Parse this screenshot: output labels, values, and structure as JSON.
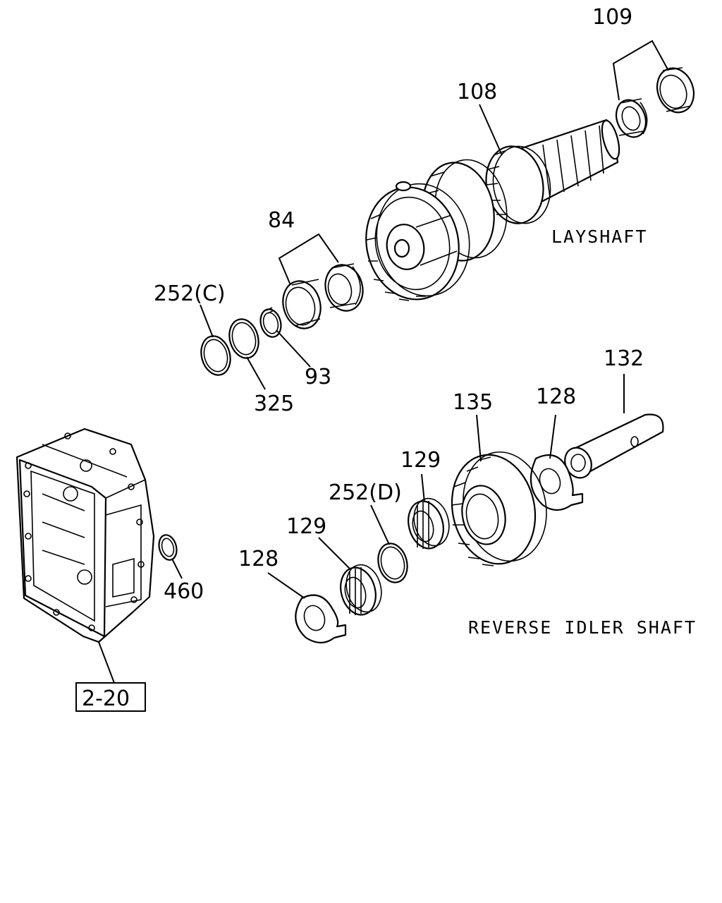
{
  "sections": {
    "layshaft": "LAYSHAFT",
    "reverse_idler_shaft": "REVERSE IDLER SHAFT"
  },
  "callouts": {
    "c109": "109",
    "c108": "108",
    "c84": "84",
    "c252c": "252(C)",
    "c93": "93",
    "c325": "325",
    "c132": "132",
    "c135": "135",
    "c128_top": "128",
    "c129_top": "129",
    "c252d": "252(D)",
    "c129_left": "129",
    "c128_left": "128",
    "c460": "460"
  },
  "reference_box": "2-20"
}
